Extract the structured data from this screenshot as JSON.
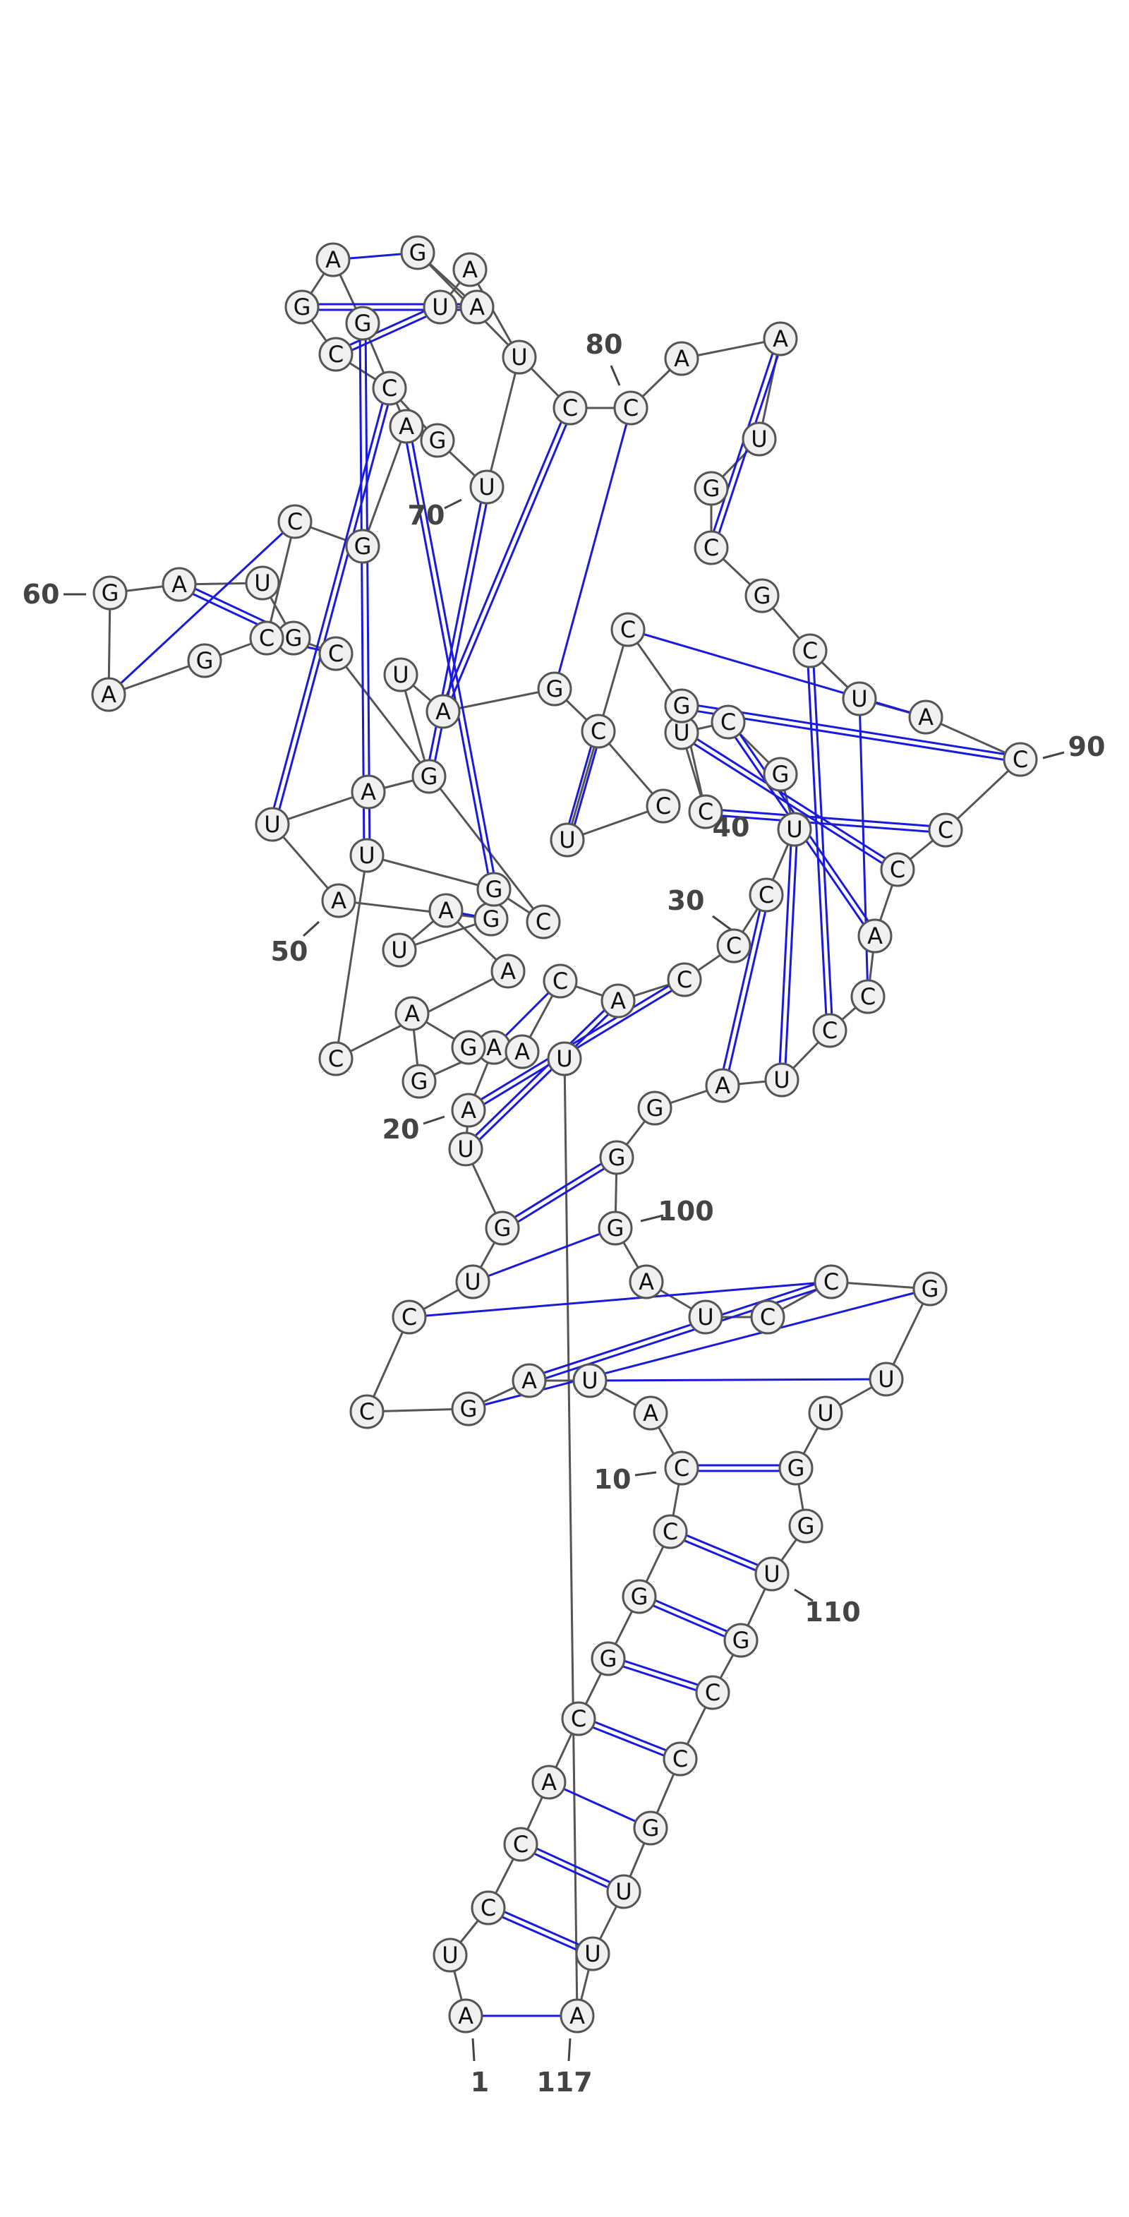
{
  "diagram": {
    "type": "rna-secondary-structure",
    "length": 117,
    "colors": {
      "backbone": "#555555",
      "base_pair": "#1a1adc",
      "nucleotide_fill": "#f0f0f0",
      "label": "#444444"
    },
    "index_labels": [
      "1",
      "10",
      "20",
      "30",
      "40",
      "50",
      "60",
      "70",
      "80",
      "90",
      "100",
      "110",
      "117"
    ],
    "sequence": [
      "A",
      "U",
      "C",
      "C",
      "A",
      "C",
      "G",
      "G",
      "C",
      "C",
      "A",
      "U",
      "A",
      "G",
      "C",
      "C",
      "U",
      "G",
      "U",
      "A",
      "A",
      "G",
      "A",
      "G",
      "A",
      "C",
      "A",
      "C",
      "C",
      "C",
      "U",
      "G",
      "C",
      "U",
      "C",
      "G",
      "C",
      "U",
      "C",
      "C",
      "G",
      "A",
      "U",
      "G",
      "A",
      "U",
      "A",
      "G",
      "U",
      "A",
      "A",
      "C",
      "U",
      "G",
      "C",
      "C",
      "G",
      "U",
      "A",
      "G",
      "A",
      "G",
      "C",
      "C",
      "G",
      "A",
      "G",
      "A",
      "G",
      "C",
      "C",
      "G",
      "U",
      "U",
      "A",
      "U",
      "A",
      "G",
      "C",
      "C",
      "A",
      "A",
      "U",
      "G",
      "C",
      "G",
      "C",
      "U",
      "A",
      "C",
      "C",
      "C",
      "A",
      "C",
      "C",
      "U",
      "A",
      "G",
      "G",
      "G",
      "A",
      "U",
      "C",
      "C",
      "G",
      "U",
      "U",
      "G",
      "G",
      "U",
      "G",
      "C",
      "C",
      "G",
      "U",
      "U",
      "A",
      "U"
    ]
  }
}
